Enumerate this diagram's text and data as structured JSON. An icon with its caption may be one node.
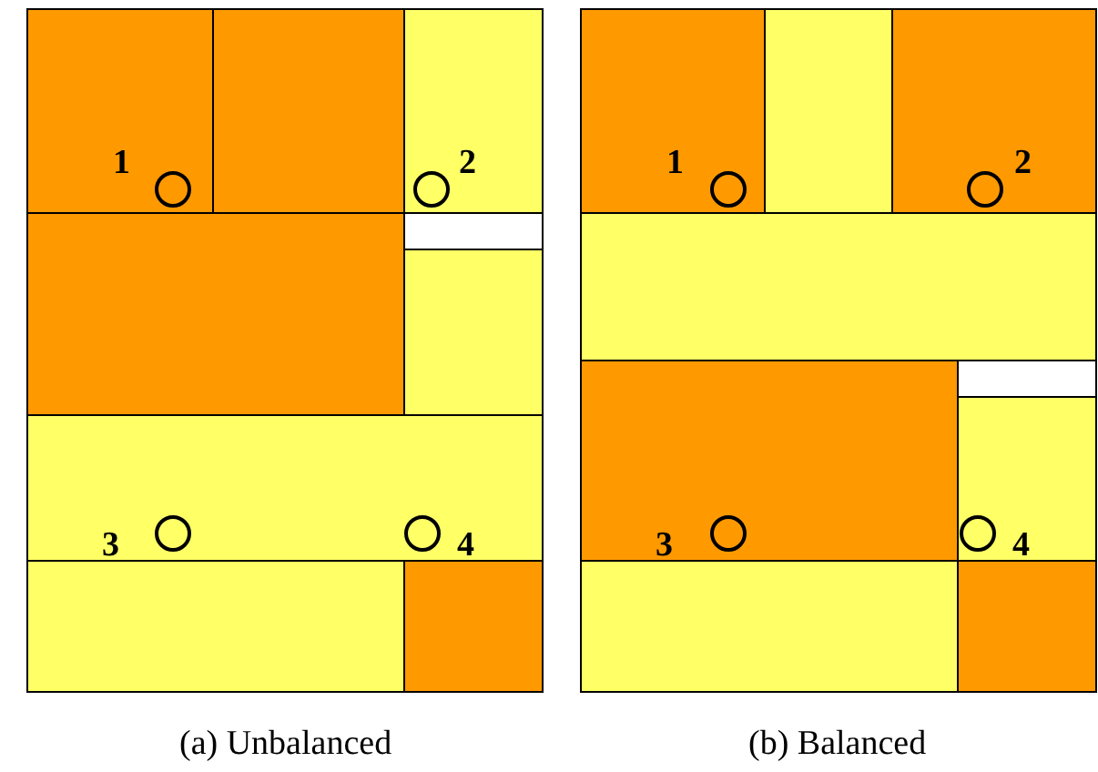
{
  "diagram": {
    "labels": [
      "1",
      "2",
      "3",
      "4",
      "1",
      "2",
      "3",
      "4",
      "(a) Unbalanced",
      "(b) Balanced"
    ]
  }
}
